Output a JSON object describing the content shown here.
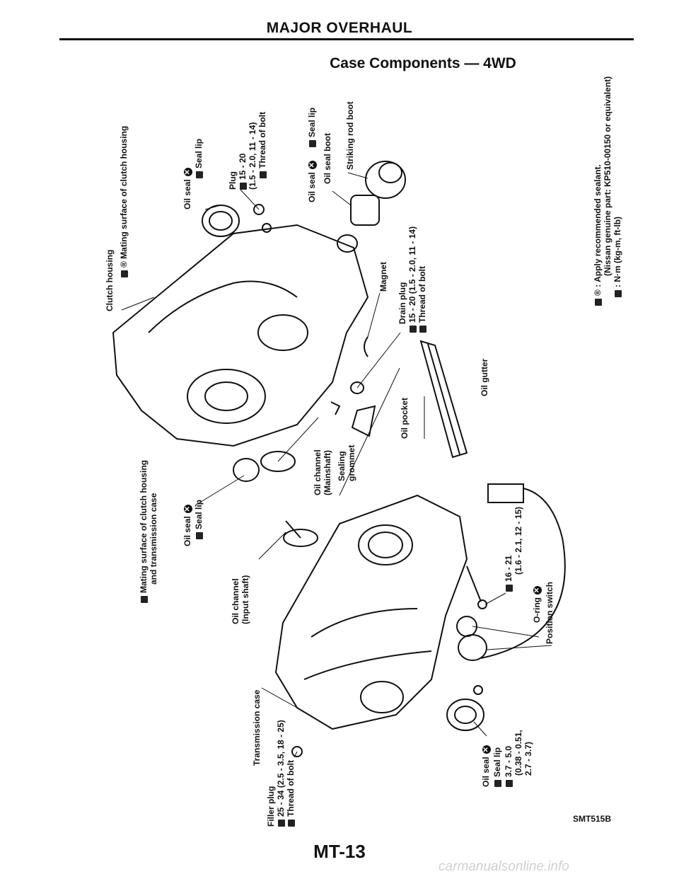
{
  "page": {
    "header": "MAJOR OVERHAUL",
    "subtitle": "Case Components — 4WD",
    "page_number": "MT-13",
    "figure_code": "SMT515B",
    "watermark": "carmanualsonline.info"
  },
  "labels": {
    "clutch_housing": "Clutch housing",
    "mating_surface_clutch": "Mating surface of clutch housing",
    "oil_seal_top": "Oil seal",
    "seal_lip_top": "Seal lip",
    "plug": "Plug",
    "plug_torque": "15 - 20",
    "plug_torque_alt": "(1.5 - 2.0, 11 - 14)",
    "plug_thread": "Thread of bolt",
    "oil_seal_right": "Oil seal",
    "seal_lip_right": "Seal lip",
    "oil_seal_boot": "Oil seal boot",
    "striking_rod_boot": "Striking rod boot",
    "magnet": "Magnet",
    "drain_plug": "Drain plug",
    "drain_torque": "15 - 20 (1.5 - 2.0, 11 - 14)",
    "drain_thread": "Thread of bolt",
    "oil_gutter": "Oil gutter",
    "oil_pocket": "Oil pocket",
    "oil_channel_main": "Oil channel",
    "oil_channel_main_2": "(Mainshaft)",
    "sealing_grommet": "Sealing",
    "sealing_grommet_2": "grommet",
    "mating_surface_case": "Mating surface of clutch housing",
    "mating_surface_case_2": "and transmission case",
    "oil_seal_mid": "Oil seal",
    "seal_lip_mid": "Seal lip",
    "oil_channel_input": "Oil channel",
    "oil_channel_input_2": "(Input shaft)",
    "bolt_torque": "16 - 21",
    "bolt_torque_alt": "(1.6 - 2.1, 12 - 15)",
    "o_ring": "O-ring",
    "position_switch": "Position switch",
    "transmission_case": "Transmission case",
    "filler_plug": "Filler plug",
    "filler_torque": "25 - 34 (2.5 - 3.5, 18 - 25)",
    "filler_thread": "Thread of bolt",
    "oil_seal_bottom": "Oil seal",
    "seal_lip_bottom": "Seal lip",
    "bottom_torque": "3.7 - 5.0",
    "bottom_torque_alt": "(0.38 - 0.51,",
    "bottom_torque_alt2": "2.7 - 3.7)"
  },
  "legend": {
    "line1": ": Apply recommended sealant.",
    "line2": "(Nissan genuine part: KP510-00150 or equivalent)",
    "line3": ": N·m (kg-m, ft-lb)"
  }
}
